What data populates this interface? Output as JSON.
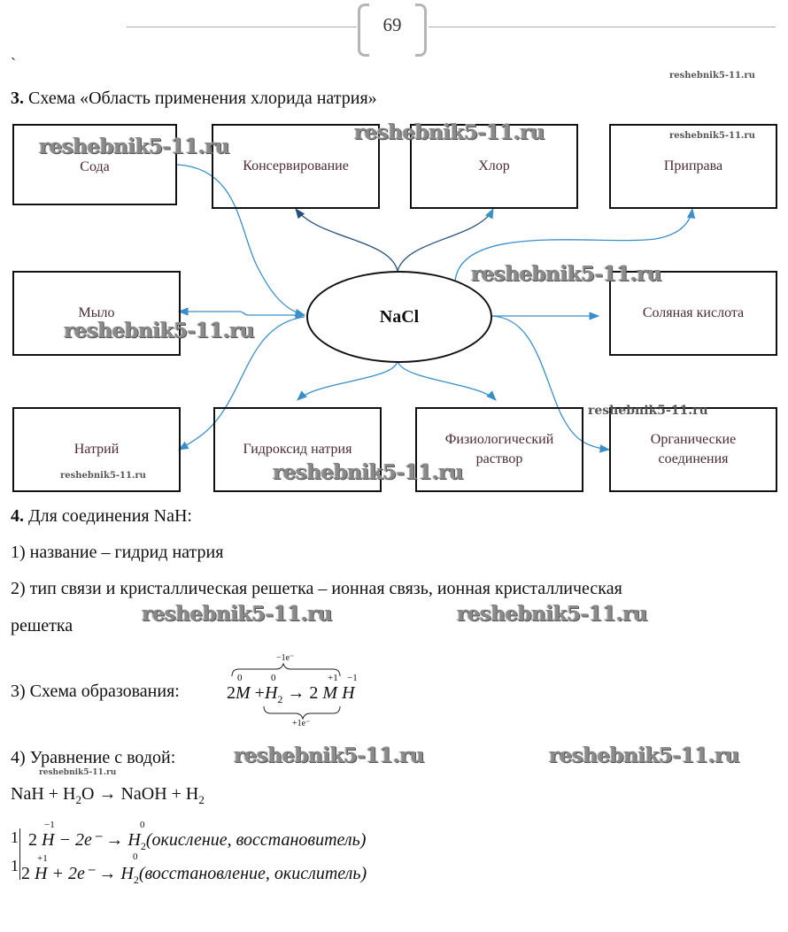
{
  "header": {
    "page_number": "69"
  },
  "watermark": {
    "text": "reshebnik5-11.ru"
  },
  "stray_mark": "`",
  "task3": {
    "number": "3.",
    "title": "Схема «Область применения хлорида натрия»",
    "center_node": "NaCl",
    "nodes": {
      "soda": "Сода",
      "preserving": "Консервирование",
      "chlorine": "Хлор",
      "seasoning": "Приправа",
      "soap": "Мыло",
      "hydrochloric_acid": "Соляная кислота",
      "sodium": "Натрий",
      "sodium_hydroxide": "Гидроксид натрия",
      "saline_line1": "Физиологический",
      "saline_line2": "раствор",
      "organic_line1": "Органические",
      "organic_line2": "соединения"
    },
    "colors": {
      "arrow_light": "#3a8fc8",
      "arrow_dark": "#24507a",
      "node_text": "#4a2a36"
    }
  },
  "task4": {
    "number": "4.",
    "intro": "Для соединения NaH:",
    "item1": "1) название – гидрид натрия",
    "item2_line1": "2) тип связи и кристаллическая решетка – ионная связь, ионная кристаллическая",
    "item2_line2": "решетка",
    "item3_label": "3) Схема образования:",
    "scheme": {
      "top_brace_label": "−1e⁻",
      "bottom_brace_label": "+1e⁻",
      "coef1": "2",
      "m1": "M",
      "m1_ox": "0",
      "plus": "+",
      "h2": "H",
      "h2_sub": "2",
      "h2_ox": "0",
      "arrow": "→",
      "coef2": "2",
      "m2": "M",
      "m2_ox": "+1",
      "h": "H",
      "h_ox": "−1"
    },
    "item4_label": "4) Уравнение с водой:",
    "equation": {
      "lhs1": "NaH + H",
      "sub1": "2",
      "lhs2": "O → NaOH + H",
      "sub2": "2"
    },
    "half_reactions": [
      {
        "factor": "1",
        "coef": "2",
        "species": "H",
        "ox": "−1",
        "electrons": "− 2e⁻",
        "arrow": "→",
        "product": "H",
        "product_sub": "2",
        "product_ox": "0",
        "note": "(окисление, восстановитель)"
      },
      {
        "factor": "1",
        "coef": "2",
        "species": "H",
        "ox": "+1",
        "electrons": "+ 2e⁻",
        "arrow": "→",
        "product": "H",
        "product_sub": "2",
        "product_ox": "0",
        "note": "(восстановление, окислитель)"
      }
    ]
  }
}
